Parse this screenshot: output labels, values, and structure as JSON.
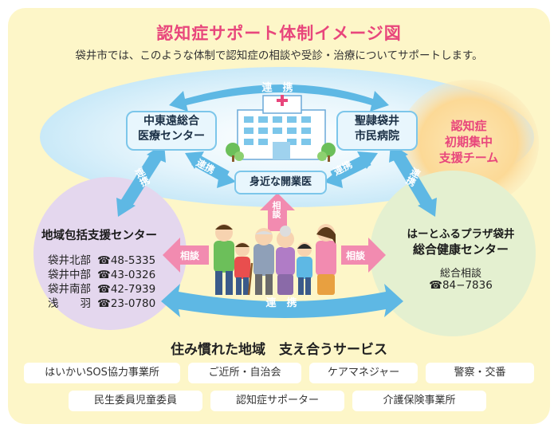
{
  "title": "認知症サポート体制イメージ図",
  "subtitle": "袋井市では、このような体制で認知症の相談や受診・治療についてサポートします。",
  "labels": {
    "link": "連　携",
    "link_short": "連携",
    "consult": "相談"
  },
  "nodes": {
    "chutoen": [
      "中東遠総合",
      "医療センター"
    ],
    "seirei": [
      "聖隷袋井",
      "市民病院"
    ],
    "clinic": "身近な開業医",
    "team": [
      "認知症",
      "初期集中",
      "支援チーム"
    ]
  },
  "left_center": {
    "title": "地域包括支援センター",
    "rows": [
      {
        "name": "袋井北部",
        "phone": "☎48-5335"
      },
      {
        "name": "袋井中部",
        "phone": "☎43-0326"
      },
      {
        "name": "袋井南部",
        "phone": "☎42-7939"
      },
      {
        "name": "浅　　羽",
        "phone": "☎23-0780"
      }
    ]
  },
  "right_center": {
    "title1": "はーとふるプラザ袋井",
    "title2": "総合健康センター",
    "sub": "総合相談",
    "phone": "☎84−7836"
  },
  "services": {
    "title": "住み慣れた地域　支え合うサービス",
    "items": [
      "はいかいSOS協力事業所",
      "ご近所・自治会",
      "ケアマネジャー",
      "警察・交番",
      "民生委員児童委員",
      "認知症サポーター",
      "介護保険事業所"
    ]
  },
  "colors": {
    "title": "#e8467c",
    "circle_left": "#e4d7ee",
    "circle_right": "#e4f0d0",
    "arrow_blue": "#5eb8e4",
    "arrow_pink": "#f28bb0",
    "box_border": "#7cc6ea"
  }
}
